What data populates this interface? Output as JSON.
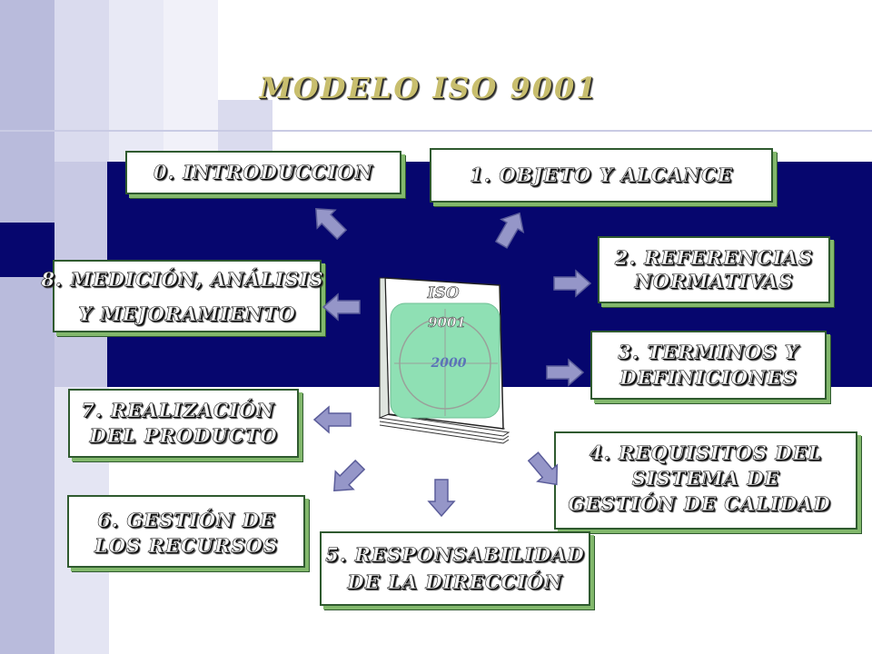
{
  "title": "MODELO ISO 9001",
  "book": {
    "line1": "ISO",
    "line2": "9001",
    "line3": "2000"
  },
  "boxes": {
    "b0": {
      "line1": "0. INTRODUCCION"
    },
    "b1": {
      "line1": "1. OBJETO Y  ALCANCE"
    },
    "b2": {
      "line1": "2. REFERENCIAS",
      "line2": "NORMATIVAS"
    },
    "b3": {
      "line1": "3. TERMINOS Y",
      "line2": "DEFINICIONES"
    },
    "b4": {
      "line1": "4. REQUISITOS DEL",
      "line2": "SISTEMA DE",
      "line3": "GESTIÓN DE CALIDAD"
    },
    "b5": {
      "line1": "5. RESPONSABILIDAD",
      "line2": "DE LA DIRECCIÓN"
    },
    "b6": {
      "line1": "6. GESTIÓN DE",
      "line2": "LOS RECURSOS"
    },
    "b7": {
      "line1": "7. REALIZACIÓN",
      "line2": "DEL PRODUCTO"
    },
    "b8": {
      "line1": "8. MEDICIÓN, ANÁLISIS",
      "line2": "Y MEJORAMIENTO"
    }
  },
  "colors": {
    "navy": "#06066e",
    "lavender": "#b9bbdc",
    "arrow": "#9596c8",
    "box_shadow_green": "#82b86c",
    "title": "#c8be6e",
    "book_green": "#8fe0b4"
  }
}
